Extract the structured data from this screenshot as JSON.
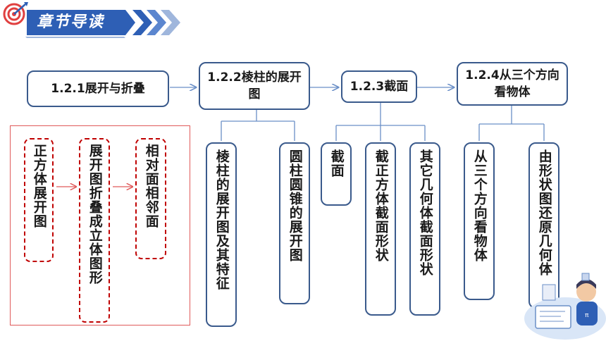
{
  "header": {
    "title": "章节导读"
  },
  "sections": [
    {
      "label": "1.2.1展开与折叠"
    },
    {
      "label": "1.2.2棱柱的展开图"
    },
    {
      "label": "1.2.3截面"
    },
    {
      "label": "1.2.4从三个方向看物体"
    }
  ],
  "flow_121": [
    "正方体展开图",
    "展开图折叠成立体图形",
    "相对面相邻面"
  ],
  "children_122": [
    "棱柱的展开图及其特征",
    "圆柱圆锥的展开图"
  ],
  "children_123": [
    "截面",
    "截正方体截面形状",
    "其它几何体截面形状"
  ],
  "children_124": [
    "从三个方向看物体",
    "由形状图还原几何体"
  ],
  "colors": {
    "accent": "#2e5fb5",
    "box_border": "#3a5a8c",
    "dash_red": "#c00000",
    "frame_red": "#e05a5a"
  },
  "icons": [
    "target-dart-icon",
    "chevrons-icon",
    "student-illustration-icon"
  ]
}
